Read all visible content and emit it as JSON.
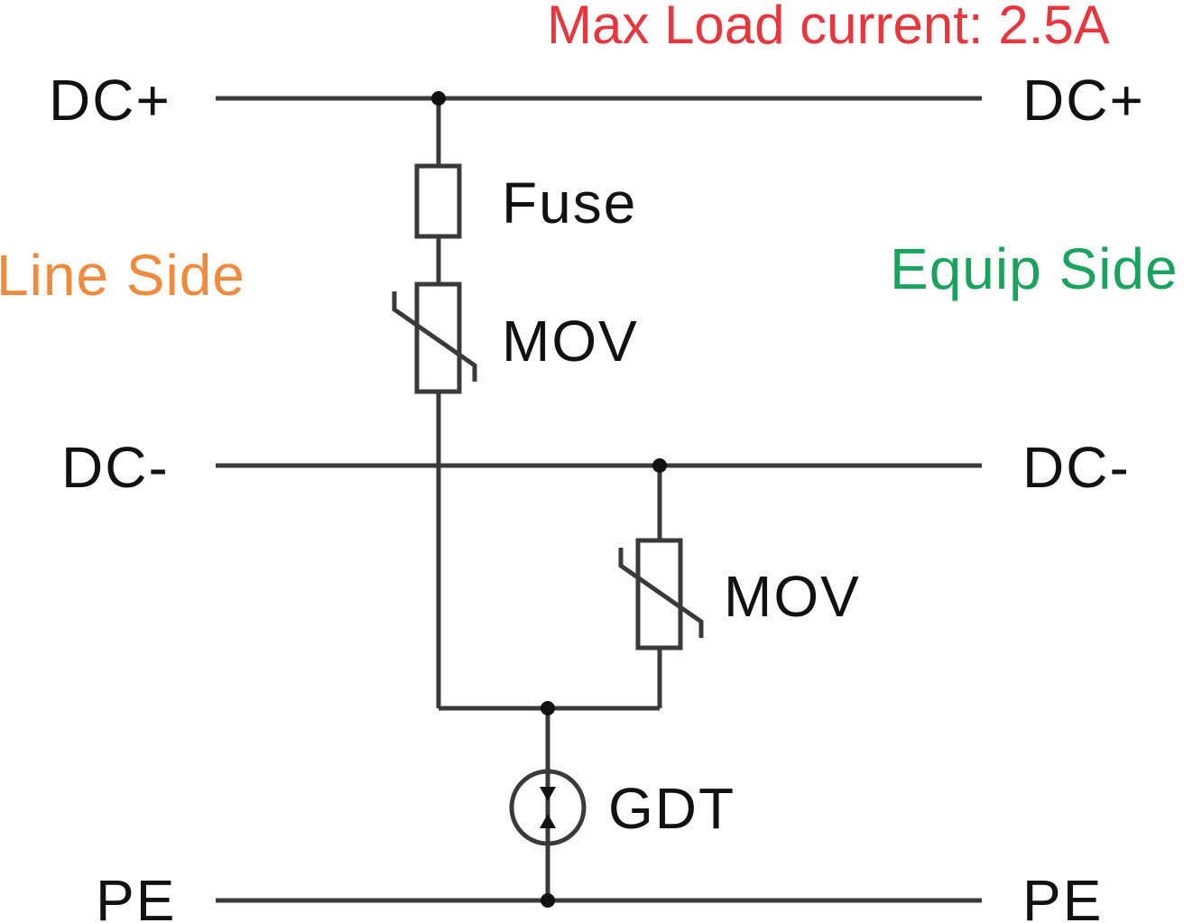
{
  "title": {
    "text": "Max Load current: 2.5A",
    "color": "#e8363f"
  },
  "sides": {
    "line": {
      "text": "Line Side",
      "color": "#f08a3c"
    },
    "equip": {
      "text": "Equip Side",
      "color": "#1aa35c"
    }
  },
  "rails": {
    "dc_plus": {
      "left": "DC+",
      "right": "DC+"
    },
    "dc_minus": {
      "left": "DC-",
      "right": "DC-"
    },
    "pe": {
      "left": "PE",
      "right": "PE"
    }
  },
  "components": {
    "fuse": "Fuse",
    "mov_upper": "MOV",
    "mov_lower": "MOV",
    "gdt": "GDT"
  },
  "colors": {
    "wire": "#3a3a3a",
    "text": "#111111",
    "background": "#ffffff"
  }
}
